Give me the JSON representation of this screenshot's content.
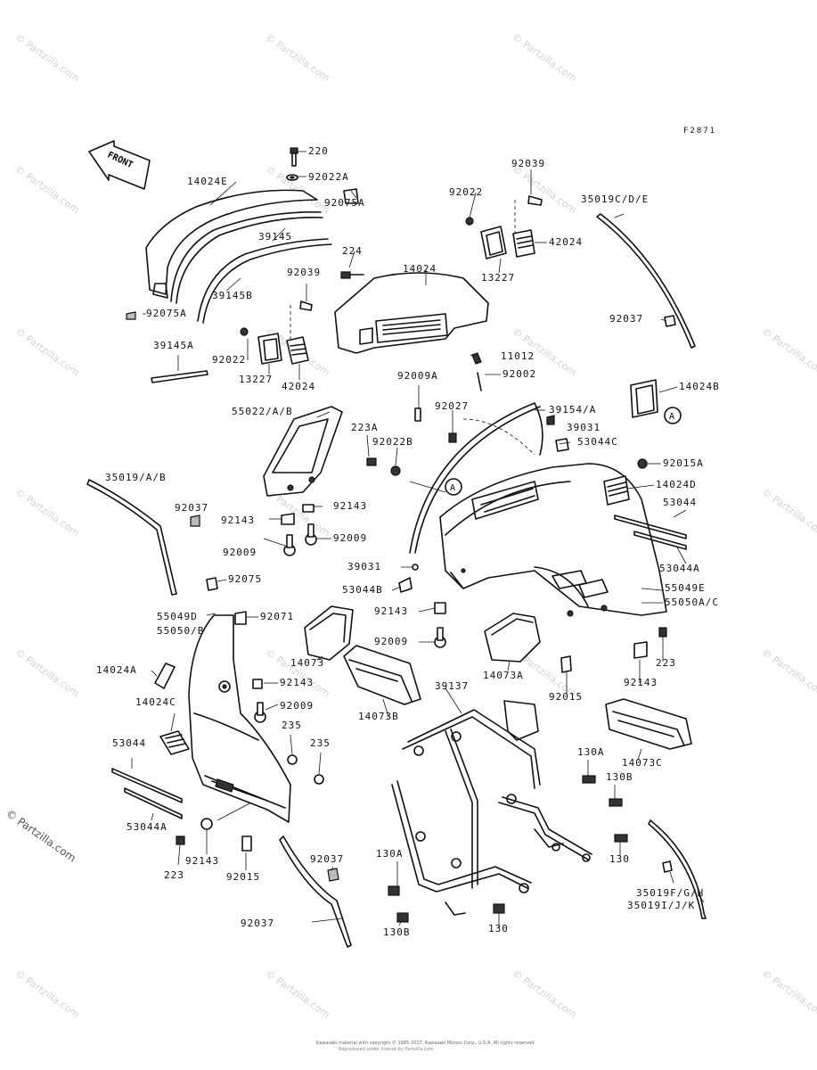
{
  "diagram_code": "F2871",
  "front_arrow_label": "FRONT",
  "side_watermark": "© Partzilla.com",
  "watermark_text": "© Partzilla.com",
  "copyright_line1": "Kawasaki material with copyright © 1985-2017, Kawasaki Motors Corp., U.S.A. All rights reserved.",
  "copyright_line2": "Reproduced under license by Partzilla.com",
  "part_labels": [
    "220",
    "92022A",
    "14024E",
    "92075A",
    "39145",
    "92039",
    "92022",
    "35019C/D/E",
    "42024",
    "13227",
    "224",
    "14024",
    "39145B",
    "92039",
    "92075A",
    "92037",
    "92022",
    "13227",
    "42024",
    "39145A",
    "11012",
    "92002",
    "92009A",
    "14024B",
    "39154/A",
    "92027",
    "55022/A/B",
    "39031",
    "223A",
    "92022B",
    "53044C",
    "92015A",
    "14024D",
    "35019/A/B",
    "92037",
    "92143",
    "92143",
    "53044",
    "92009",
    "92009",
    "53044A",
    "39031",
    "92075",
    "53044B",
    "55049E",
    "55050A/C",
    "92143",
    "55049D",
    "55050/B",
    "92071",
    "92009",
    "14073",
    "14073A",
    "223",
    "14024A",
    "92143",
    "39137",
    "92143",
    "92015",
    "92009",
    "14024C",
    "14073B",
    "14073C",
    "235",
    "235",
    "53044",
    "130A",
    "130B",
    "53044A",
    "92143",
    "223",
    "92015",
    "92037",
    "130A",
    "130",
    "130B",
    "130",
    "35019F/G/H",
    "92037",
    "35019I/J/K"
  ]
}
